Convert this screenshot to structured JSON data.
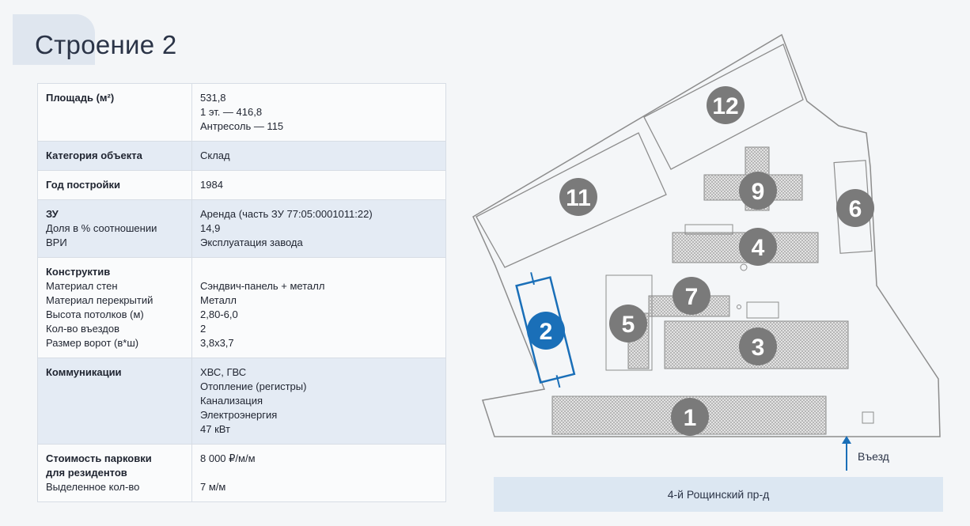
{
  "title": "Строение 2",
  "table": {
    "area": {
      "label": "Площадь (м²)",
      "values": [
        "531,8",
        "1 эт. — 416,8",
        "Антресоль — 115"
      ]
    },
    "category": {
      "label": "Категория объекта",
      "value": "Склад"
    },
    "year": {
      "label": "Год постройки",
      "value": "1984"
    },
    "land": {
      "labels": [
        "ЗУ",
        "Доля в % соотношении",
        "ВРИ"
      ],
      "values": [
        "Аренда (часть ЗУ 77:05:0001011:22)",
        "14,9",
        "Эксплуатация завода"
      ]
    },
    "construct": {
      "heading": "Конструктив",
      "labels": [
        "Материал стен",
        "Материал перекрытий",
        "Высота потолков (м)",
        "Кол-во въездов",
        "Размер ворот (в*ш)"
      ],
      "values": [
        "Сэндвич-панель + металл",
        "Металл",
        "2,80-6,0",
        "2",
        "3,8х3,7"
      ]
    },
    "comms": {
      "label": "Коммуникации",
      "values": [
        "ХВС, ГВС",
        "Отопление (регистры)",
        "Канализация",
        "Электроэнергия",
        "47 кВт"
      ]
    },
    "parking": {
      "labels": [
        "Стоимость парковки",
        "для резидентов",
        "Выделенное кол-во"
      ],
      "values": [
        "8 000 ₽/м/м",
        "7 м/м"
      ]
    }
  },
  "map": {
    "buildings": [
      "1",
      "2",
      "3",
      "4",
      "5",
      "6",
      "7",
      "9",
      "11",
      "12"
    ],
    "selected": "2",
    "entry_label": "Въезд",
    "road_label": "4-й Рощинский пр-д",
    "colors": {
      "marker": "#7a7a7a",
      "selected": "#1a6fb8",
      "road": "#dce7f2"
    }
  }
}
